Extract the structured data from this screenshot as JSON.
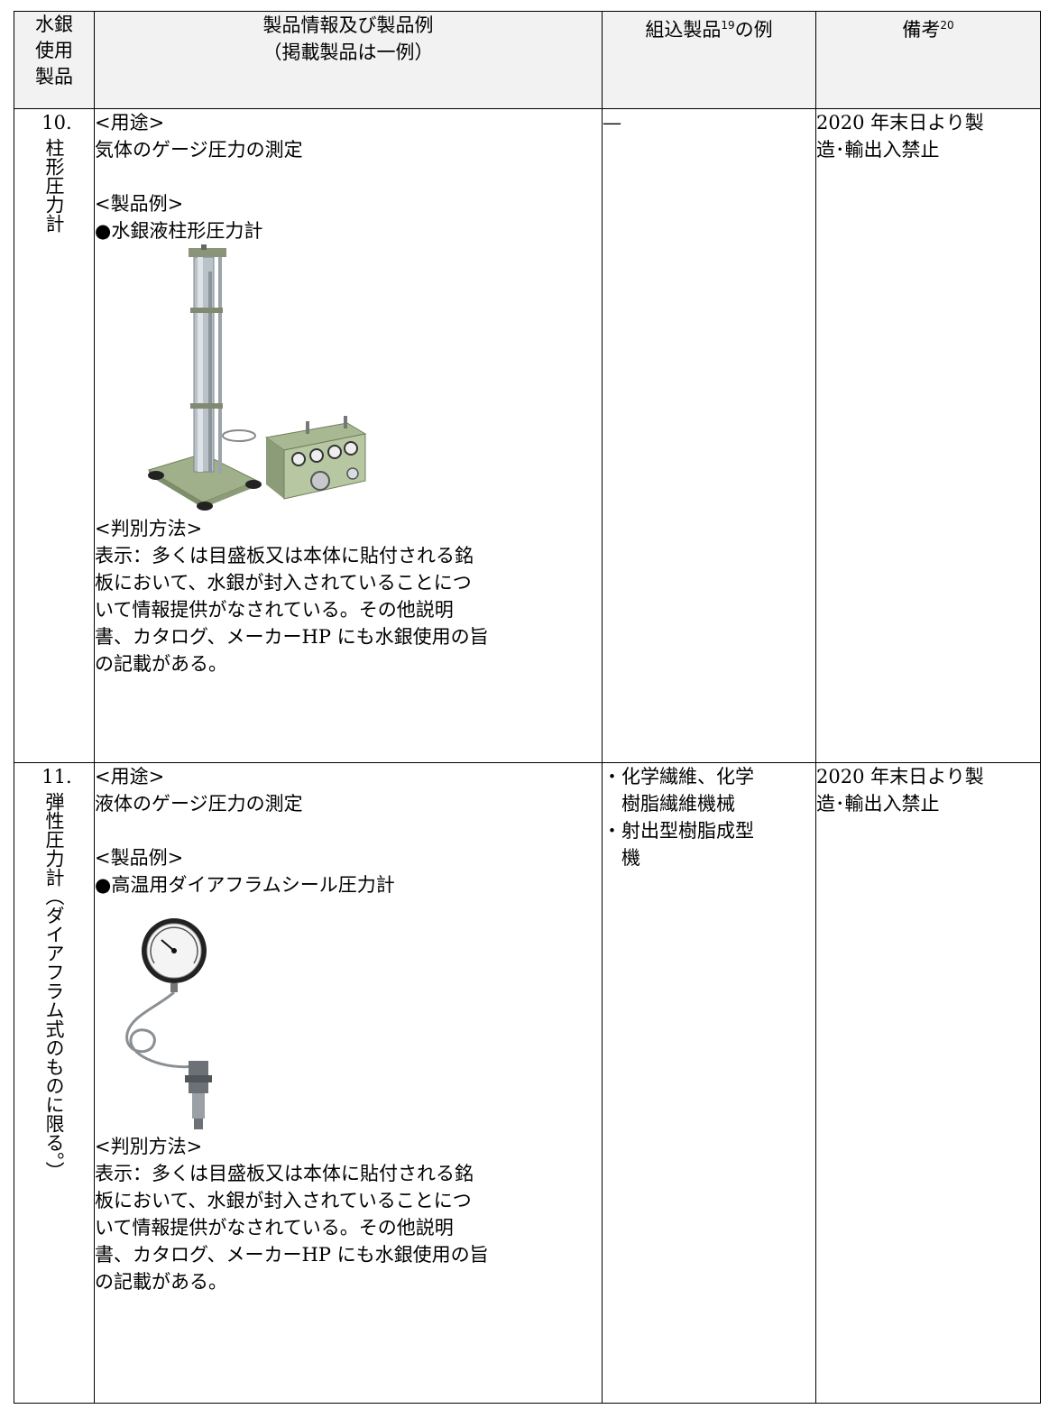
{
  "header": {
    "col1_line1": "水銀",
    "col1_line2": "使用",
    "col1_line3": "製品",
    "col2_line1": "製品情報及び製品例",
    "col2_line2": "（掲載製品は一例）",
    "col3_text": "組込製品",
    "col3_sup": "19",
    "col3_suffix": "の例",
    "col4_text": "備考",
    "col4_sup": "20"
  },
  "rows": [
    {
      "number": "10.",
      "name_vertical": "柱形圧力計",
      "use_heading": "<用途>",
      "use_text": "気体のゲージ圧力の測定",
      "example_heading": "<製品例>",
      "example_text": "●水銀液柱形圧力計",
      "image_icon": "mercury-manometer-photo",
      "method_heading": "<判別方法>",
      "method_lines": [
        "表示：多くは目盛板又は本体に貼付される銘",
        "板において、水銀が封入されていることにつ",
        "いて情報提供がなされている。その他説明",
        "書、カタログ、メーカーHP にも水銀使用の旨",
        "の記載がある。"
      ],
      "components": [
        "—"
      ],
      "note_line1": "2020 年末日より製",
      "note_line2": "造･輸出入禁止"
    },
    {
      "number": "11.",
      "name_vertical": "弾性圧力計（ダイアフラム式のものに限る。）",
      "use_heading": "<用途>",
      "use_text": "液体のゲージ圧力の測定",
      "example_heading": "<製品例>",
      "example_text": "●高温用ダイアフラムシール圧力計",
      "image_icon": "diaphragm-seal-gauge-photo",
      "method_heading": "<判別方法>",
      "method_lines": [
        "表示：多くは目盛板又は本体に貼付される銘",
        "板において、水銀が封入されていることにつ",
        "いて情報提供がなされている。その他説明",
        "書、カタログ、メーカーHP にも水銀使用の旨",
        "の記載がある。"
      ],
      "components": [
        "・化学繊維、化学",
        "　樹脂繊維機械",
        "・射出型樹脂成型",
        "　機"
      ],
      "note_line1": "2020 年末日より製",
      "note_line2": "造･輸出入禁止"
    }
  ]
}
